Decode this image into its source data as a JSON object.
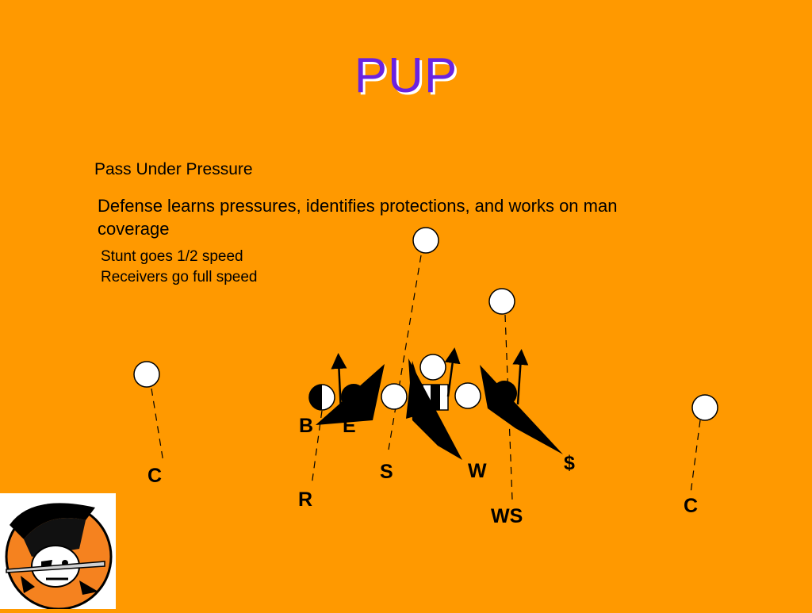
{
  "slide": {
    "title": "PUP",
    "subtitle": "Pass Under Pressure",
    "description": "Defense learns pressures, identifies protections, and works on man coverage",
    "notes": [
      "Stunt goes 1/2 speed",
      "Receivers go full speed"
    ]
  },
  "diagram": {
    "defender_labels": {
      "corner_left": "C",
      "rover": "R",
      "backer": "B",
      "end": "E",
      "sam": "S",
      "will": "W",
      "money": "$",
      "weak_safety": "WS",
      "corner_right": "C"
    }
  },
  "colors": {
    "background": "#FF9900",
    "title": "#6A22E0",
    "title_shadow": "#FFFFFF"
  },
  "logo": {
    "icon": "pirate-logo-icon"
  }
}
